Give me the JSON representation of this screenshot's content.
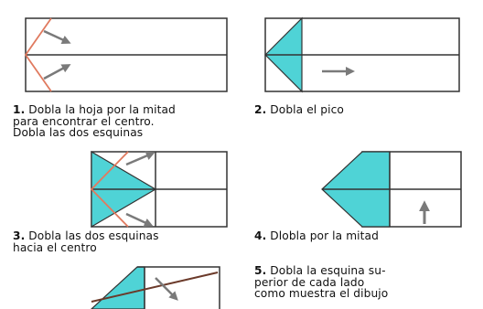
{
  "steps": [
    {
      "number": "1.",
      "lines": [
        "Dobla la hoja por la mitad",
        "para encontrar el centro.",
        "Dobla las dos esquinas"
      ]
    },
    {
      "number": "2.",
      "lines": [
        "Dobla el pico"
      ]
    },
    {
      "number": "3.",
      "lines": [
        "Dobla las dos esquinas",
        "hacia el centro"
      ]
    },
    {
      "number": "4.",
      "lines": [
        "Dlobla por la mitad"
      ]
    },
    {
      "number": "5.",
      "lines": [
        "Dobla la esquina su-",
        "perior de cada lado",
        "como muestra el dibujo"
      ]
    }
  ],
  "colors": {
    "paper_outline": "#333333",
    "fill": "#4fd3d6",
    "fold_line": "#e07a5f",
    "arrow": "#7a7a7a",
    "dark_line": "#6b3a2a",
    "text": "#111111"
  }
}
